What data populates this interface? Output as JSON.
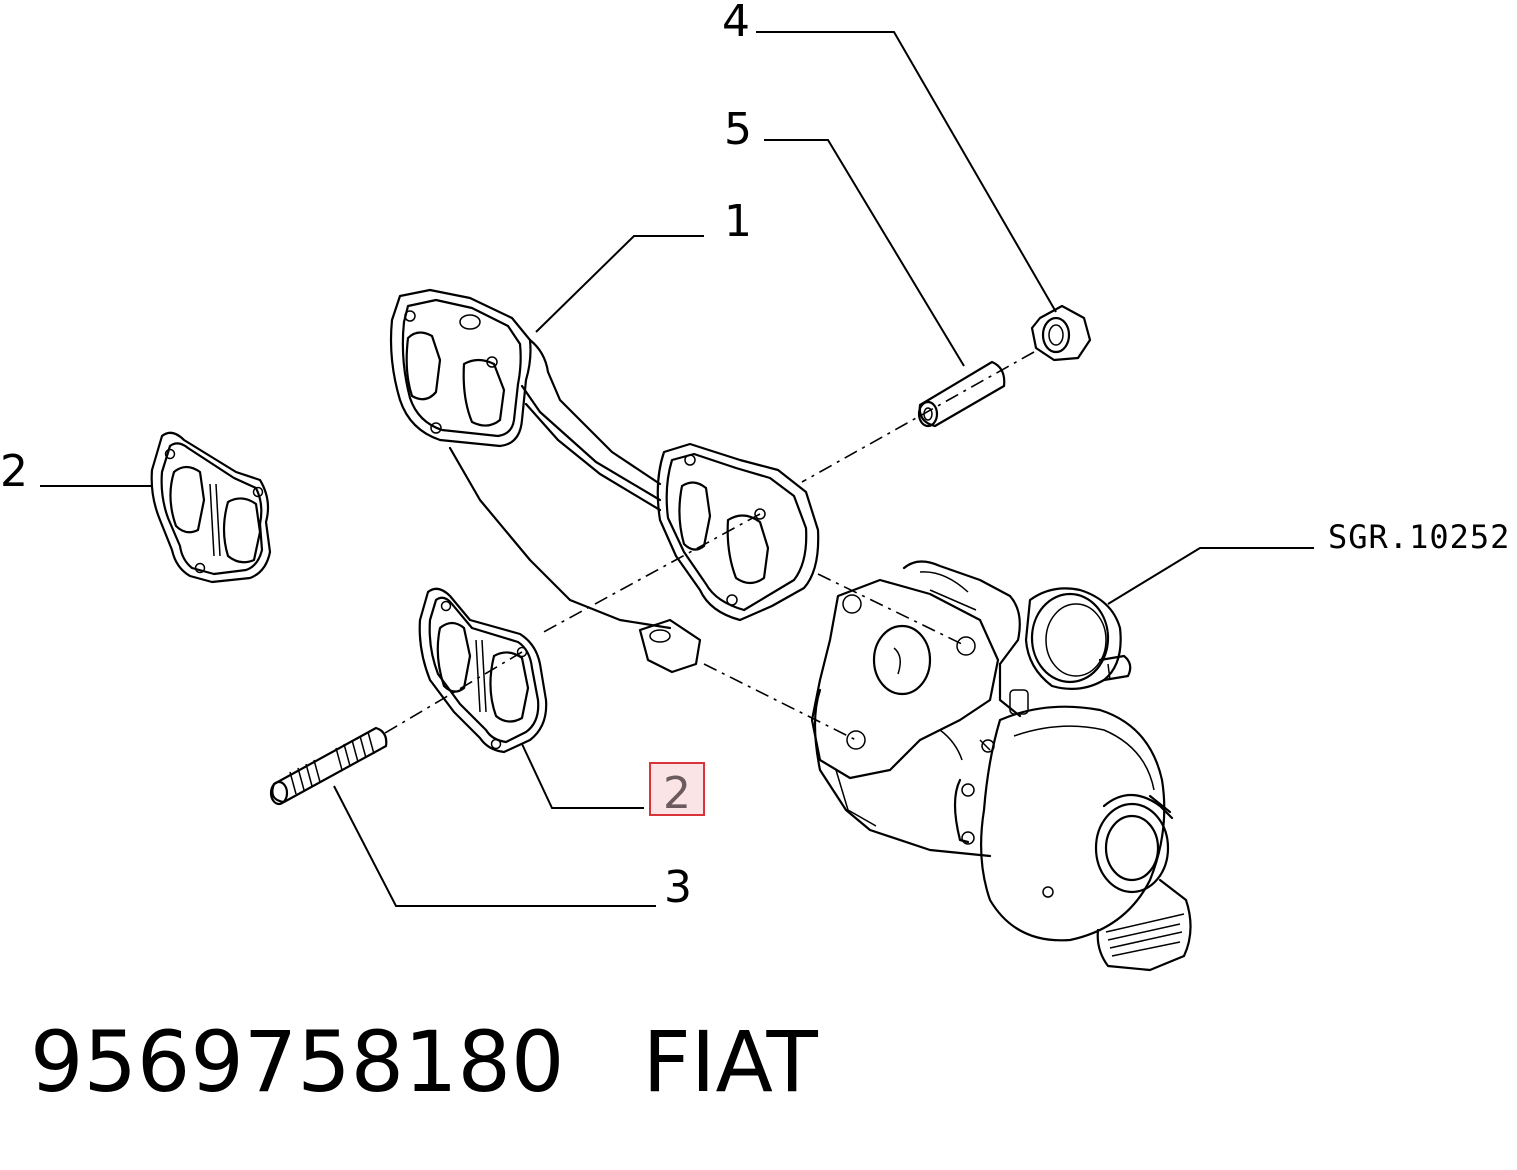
{
  "callouts": {
    "c4": "4",
    "c5": "5",
    "c1": "1",
    "c2_left": "2",
    "c2_highlight": "2",
    "c3": "3"
  },
  "reference_code": "SGR.10252",
  "caption": {
    "part_number": "9569758180",
    "brand": "FIAT"
  },
  "colors": {
    "highlight_border": "#d9343a",
    "highlight_fill": "#fbe4e6",
    "line": "#000000"
  }
}
